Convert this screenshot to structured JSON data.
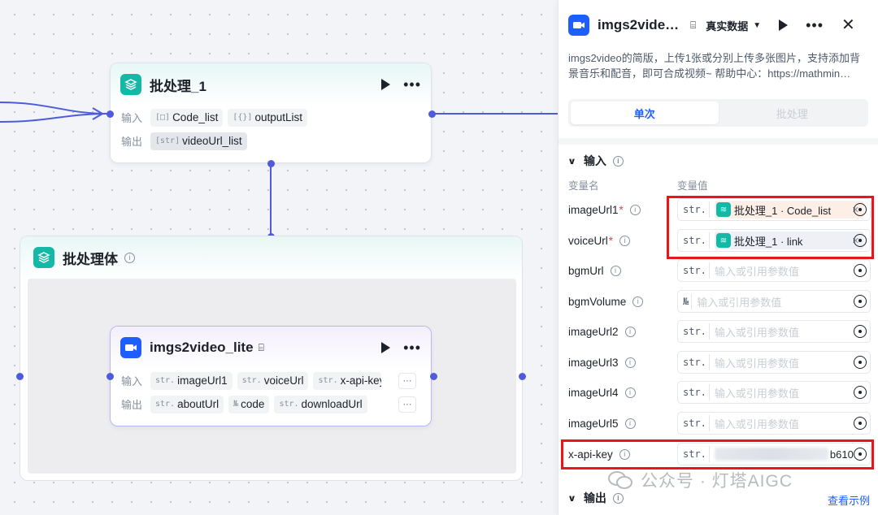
{
  "canvas": {
    "batch_node": {
      "title": "批处理_1",
      "input_label": "输入",
      "output_label": "输出",
      "inputs": [
        {
          "type": "[□]",
          "name": "Code_list"
        },
        {
          "type": "[{}]",
          "name": "outputList"
        }
      ],
      "outputs": [
        {
          "type": "[str]",
          "name": "videoUrl_list"
        }
      ]
    },
    "batch_body": {
      "title": "批处理体"
    },
    "video_node": {
      "title": "imgs2video_lite",
      "input_label": "输入",
      "output_label": "输出",
      "inputs": [
        {
          "type": "str.",
          "name": "imageUrl1"
        },
        {
          "type": "str.",
          "name": "voiceUrl"
        },
        {
          "type": "str.",
          "name": "x-api-key"
        }
      ],
      "outputs": [
        {
          "type": "str.",
          "name": "aboutUrl"
        },
        {
          "type": "№",
          "name": "code"
        },
        {
          "type": "str.",
          "name": "downloadUrl"
        }
      ],
      "more_label": "···"
    }
  },
  "panel": {
    "title": "imgs2vide…",
    "env_label": "真实数据",
    "description": "imgs2video的简版，上传1张或分别上传多张图片，支持添加背景音乐和配音，即可合成视频~ 帮助中心：https://mathmin…",
    "tabs": [
      {
        "label": "单次",
        "active": true
      },
      {
        "label": "批处理",
        "active": false
      }
    ],
    "input_section": "输入",
    "col_name": "变量名",
    "col_value": "变量值",
    "placeholder": "输入或引用参数值",
    "variables": [
      {
        "name": "imageUrl1",
        "required": true,
        "type": "str.",
        "ref": "批处理_1 · Code_list",
        "ref_style": "orange"
      },
      {
        "name": "voiceUrl",
        "required": true,
        "type": "str.",
        "ref": "批处理_1 · link",
        "ref_style": "grey"
      },
      {
        "name": "bgmUrl",
        "required": false,
        "type": "str."
      },
      {
        "name": "bgmVolume",
        "required": false,
        "type": "№"
      },
      {
        "name": "imageUrl2",
        "required": false,
        "type": "str."
      },
      {
        "name": "imageUrl3",
        "required": false,
        "type": "str."
      },
      {
        "name": "imageUrl4",
        "required": false,
        "type": "str."
      },
      {
        "name": "imageUrl5",
        "required": false,
        "type": "str."
      },
      {
        "name": "x-api-key",
        "required": false,
        "type": "str.",
        "masked_tail": "b610"
      }
    ],
    "output_section": "输出",
    "example_link": "查看示例"
  },
  "watermark": "公众号 · 灯塔AIGC",
  "colors": {
    "accent": "#1e5eff",
    "teal": "#14b8a6",
    "wire": "#4d5bdc",
    "highlight": "#e8161b"
  }
}
